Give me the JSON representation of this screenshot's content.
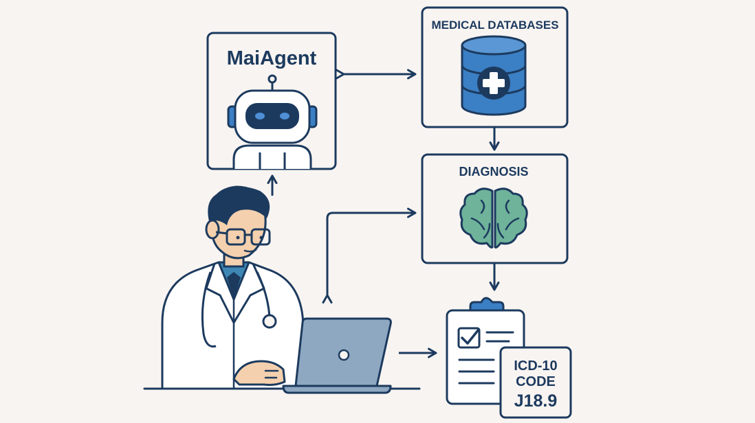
{
  "nodes": {
    "agent": {
      "title": "MaiAgent"
    },
    "databases": {
      "title": "MEDICAL DATABASES"
    },
    "diagnosis": {
      "title": "DIAGNOSIS"
    },
    "code_card": {
      "line1": "ICD-10",
      "line2": "CODE",
      "line3": "J18.9"
    }
  },
  "colors": {
    "outline": "#1c3a5e",
    "background": "#f8f4f1",
    "card_fill": "#f8f4f1",
    "accent_blue": "#3b7fc4",
    "brain_green": "#6fb39a",
    "laptop_gray": "#8fa8c2",
    "skin": "#f4d0ae",
    "shirt_blue": "#3e86b4"
  },
  "icons": [
    "robot-icon",
    "database-icon",
    "medical-cross-icon",
    "brain-icon",
    "clipboard-icon",
    "checkbox-icon",
    "laptop-icon",
    "doctor-illustration",
    "stethoscope-icon"
  ]
}
